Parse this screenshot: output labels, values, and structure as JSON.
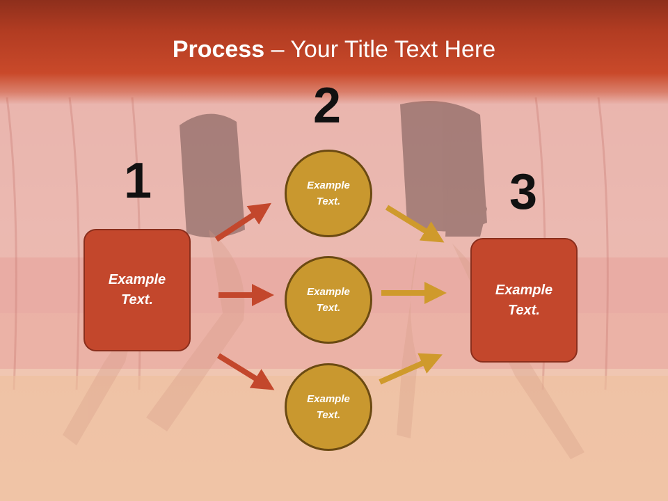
{
  "slide": {
    "title_strong": "Process",
    "title_rest": " – Your Title Text Here"
  },
  "labels": {
    "step1": "1",
    "step2": "2",
    "step3": "3"
  },
  "nodes": {
    "left_box": "Example Text.",
    "circle_top": "Example Text.",
    "circle_middle": "Example Text.",
    "circle_bottom": "Example Text.",
    "right_box": "Example Text."
  },
  "colors": {
    "red_box": "#c3472c",
    "gold_circle": "#c9982f",
    "red_arrow": "#c3472c",
    "gold_arrow": "#cf9a2c"
  }
}
